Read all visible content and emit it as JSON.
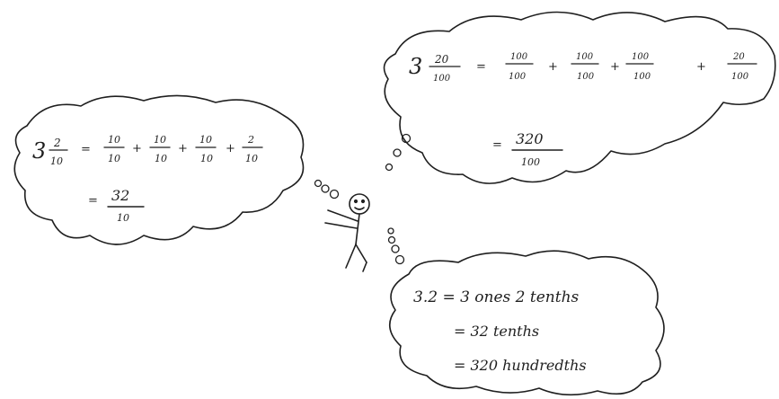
{
  "left_cloud": {
    "whole": "3",
    "mixed_num": "2",
    "mixed_den": "10",
    "eq1": "=",
    "plus1": "+",
    "plus2": "+",
    "plus3": "+",
    "t1_num": "10",
    "t1_den": "10",
    "t2_num": "10",
    "t2_den": "10",
    "t3_num": "10",
    "t3_den": "10",
    "t4_num": "2",
    "t4_den": "10",
    "eq2": "=",
    "result_num": "32",
    "result_den": "10"
  },
  "right_cloud": {
    "whole": "3",
    "mixed_num": "20",
    "mixed_den": "100",
    "eq1": "=",
    "plus1": "+",
    "plus2": "+",
    "plus3": "+",
    "t1_num": "100",
    "t1_den": "100",
    "t2_num": "100",
    "t2_den": "100",
    "t3_num": "100",
    "t3_den": "100",
    "t4_num": "20",
    "t4_den": "100",
    "eq2": "=",
    "result_num": "320",
    "result_den": "100"
  },
  "bottom_cloud": {
    "line1": "3.2 = 3 ones 2 tenths",
    "line2": "= 32 tenths",
    "line3": "= 320 hundredths"
  },
  "colors": {
    "ink": "#1f1f1f",
    "background": "#ffffff"
  }
}
